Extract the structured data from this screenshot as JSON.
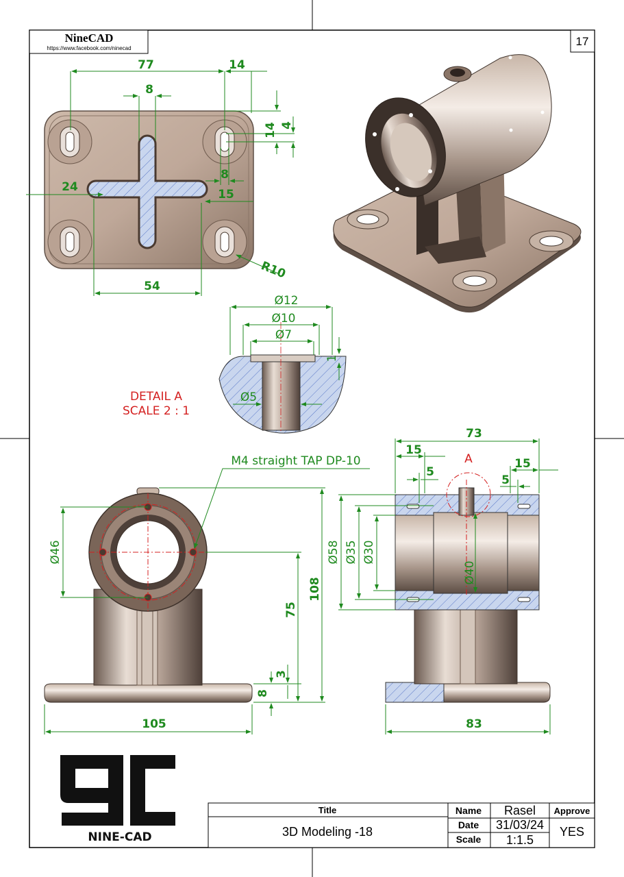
{
  "header": {
    "brand": "NineCAD",
    "url": "https://www.facebook.com/ninecad",
    "sheet_number": "17"
  },
  "top_view": {
    "dim_77": "77",
    "dim_14_top": "14",
    "dim_8_slot": "8",
    "dim_14_side": "14",
    "dim_4": "4",
    "dim_8_side": "8",
    "dim_24": "24",
    "dim_15": "15",
    "dim_54": "54",
    "dim_r10": "R10"
  },
  "detail_a": {
    "dim_d12": "Ø12",
    "dim_d10": "Ø10",
    "dim_d7": "Ø7",
    "dim_1": "1",
    "dim_d5": "Ø5",
    "title_line1": "DETAIL A",
    "title_line2": "SCALE 2 : 1"
  },
  "front_view": {
    "tap_note": "M4 straight TAP DP-10",
    "dim_d46": "Ø46",
    "dim_108": "108",
    "dim_75": "75",
    "dim_3": "3",
    "dim_8": "8",
    "dim_105": "105"
  },
  "section_view": {
    "dim_73": "73",
    "dim_15_left": "15",
    "dim_15_right": "15",
    "dim_5_left": "5",
    "dim_5_right": "5",
    "detail_marker": "A",
    "dim_d58": "Ø58",
    "dim_d35": "Ø35",
    "dim_d30": "Ø30",
    "dim_d40": "Ø40",
    "dim_83": "83"
  },
  "logo": {
    "mark": "9C",
    "text": "NINE-CAD"
  },
  "title_block": {
    "title_label": "Title",
    "title_value": "3D Modeling -18",
    "name_label": "Name",
    "name_value": "Rasel",
    "date_label": "Date",
    "date_value": "31/03/24",
    "scale_label": "Scale",
    "scale_value": "1:1.5",
    "approve_label": "Approve",
    "approve_value": "YES"
  }
}
